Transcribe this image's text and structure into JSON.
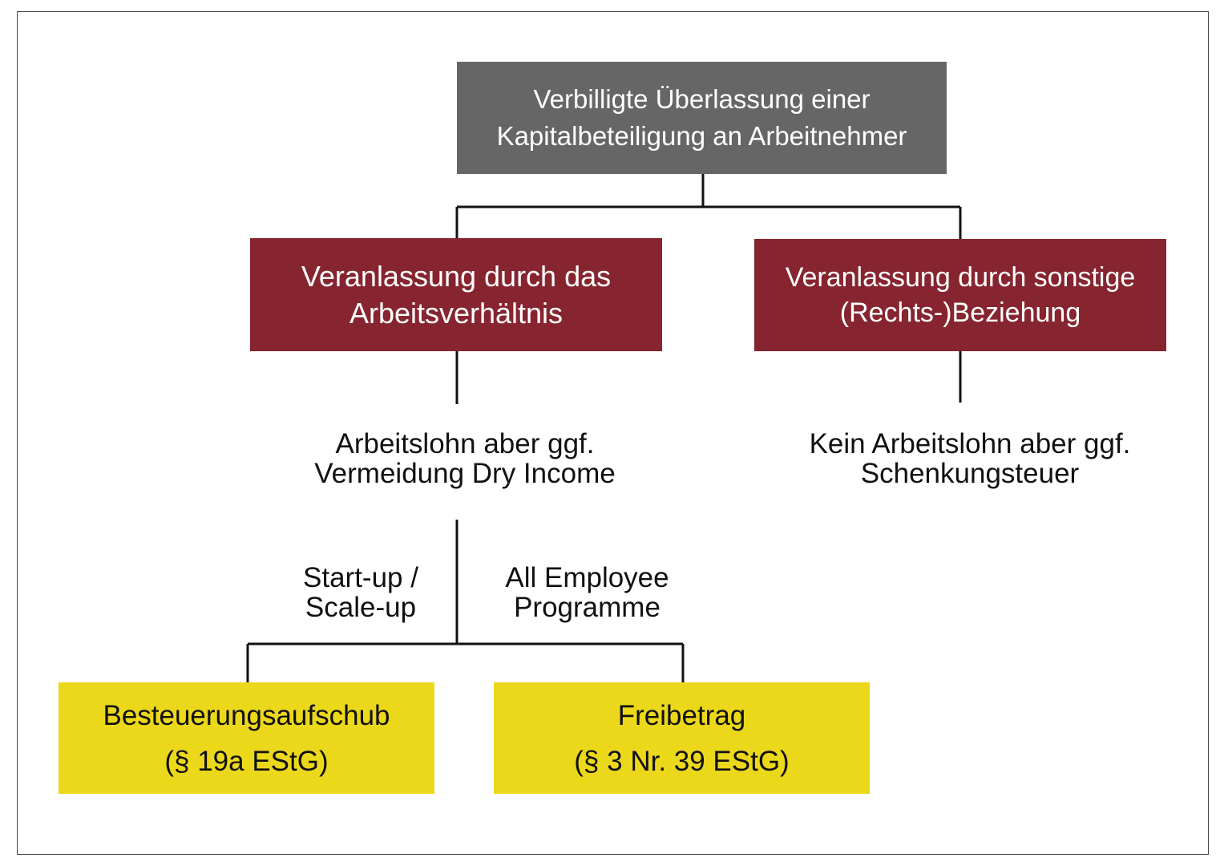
{
  "colors": {
    "root_fill": "#666666",
    "mid_fill": "#862530",
    "bottom_fill": "#ECD81B",
    "line": "#111111",
    "frame": "#444444"
  },
  "root": {
    "line1": "Verbilligte Überlassung einer",
    "line2": "Kapitalbeteiligung an Arbeitnehmer"
  },
  "mid_left": {
    "line1": "Veranlassung durch das",
    "line2": "Arbeitsverhältnis"
  },
  "mid_right": {
    "line1": "Veranlassung durch sonstige",
    "line2": "(Rechts-)Beziehung"
  },
  "result_left": {
    "line1": "Arbeitslohn aber ggf.",
    "line2": "Vermeidung Dry Income"
  },
  "result_right": {
    "line1": "Kein Arbeitslohn aber ggf.",
    "line2": "Schenkungsteuer"
  },
  "branch_left": {
    "line1": "Start-up /",
    "line2": "Scale-up"
  },
  "branch_right": {
    "line1": "All Employee",
    "line2": "Programme"
  },
  "bottom_left": {
    "line1": "Besteuerungsaufschub",
    "line2": "(§ 19a EStG)"
  },
  "bottom_right": {
    "line1": "Freibetrag",
    "line2": "(§ 3 Nr. 39 EStG)"
  }
}
